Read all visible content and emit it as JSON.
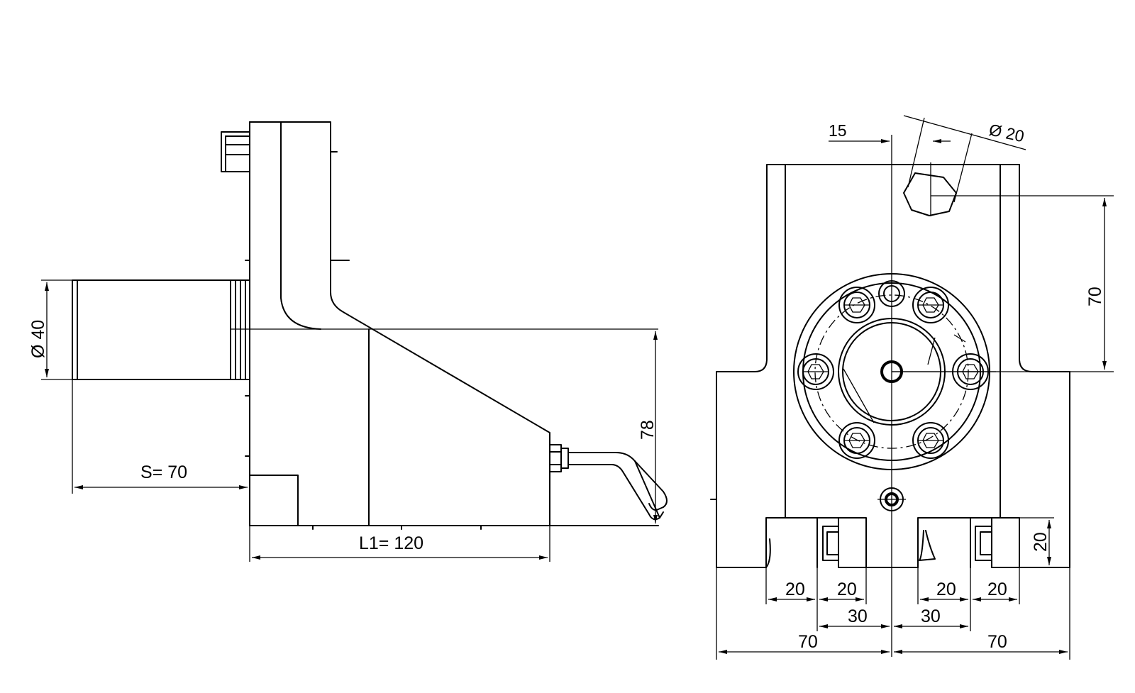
{
  "side_view": {
    "dia_label": "Ø 40",
    "stroke_label": "S= 70",
    "length_label": "L1=  120",
    "height_label": "78"
  },
  "front_view": {
    "offset_label": "15",
    "hole_label": "Ø 20",
    "center_height_label": "70",
    "slot_height_label": "20",
    "slot_widths": [
      "20",
      "20",
      "20",
      "20"
    ],
    "slot_offsets": [
      "30",
      "30"
    ],
    "half_widths": [
      "70",
      "70"
    ]
  }
}
